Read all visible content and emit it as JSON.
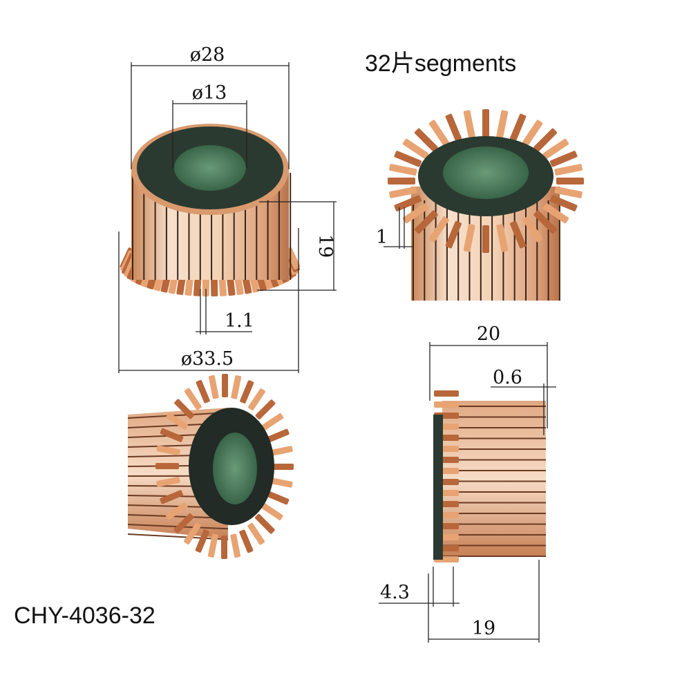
{
  "header": {
    "segments_label": "32片segments"
  },
  "model": {
    "code": "CHY-4036-32"
  },
  "dimensions": {
    "outer_diameter": "ø28",
    "inner_diameter": "ø13",
    "height": "19",
    "hook_width": "1.1",
    "hook_outer_diameter": "ø33.5",
    "segment_gap": "1",
    "total_length": "20",
    "hook_thickness": "0.6",
    "hook_length": "4.3",
    "body_length": "19"
  },
  "colors": {
    "copper": "#e8a373",
    "copper_light": "#f6dcc6",
    "copper_dark": "#b8673a",
    "insulator": "#2b3a30",
    "bore": "#4f7a5c"
  }
}
